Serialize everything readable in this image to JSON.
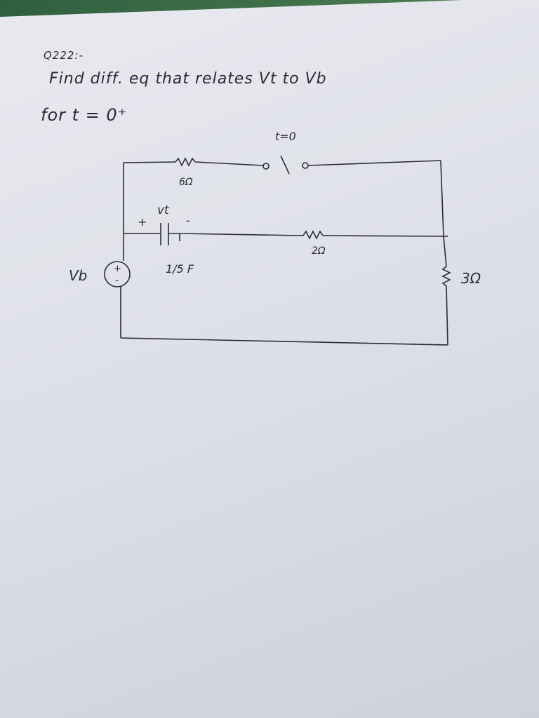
{
  "question": {
    "number": "Q222:-",
    "line1": "Find  diff. eq  that  relates  Vt  to Vb",
    "line2": "for  t = 0⁺"
  },
  "circuit": {
    "switch_label": "t=0",
    "r_top": "6Ω",
    "r_mid": "2Ω",
    "r_right": "3Ω",
    "cap_value": "1/5 F",
    "cap_voltage": "vt",
    "plus": "+",
    "minus": "-",
    "source_label": "Vb"
  },
  "colors": {
    "ink": "#2b2b38",
    "paper": "#dcdee6"
  }
}
